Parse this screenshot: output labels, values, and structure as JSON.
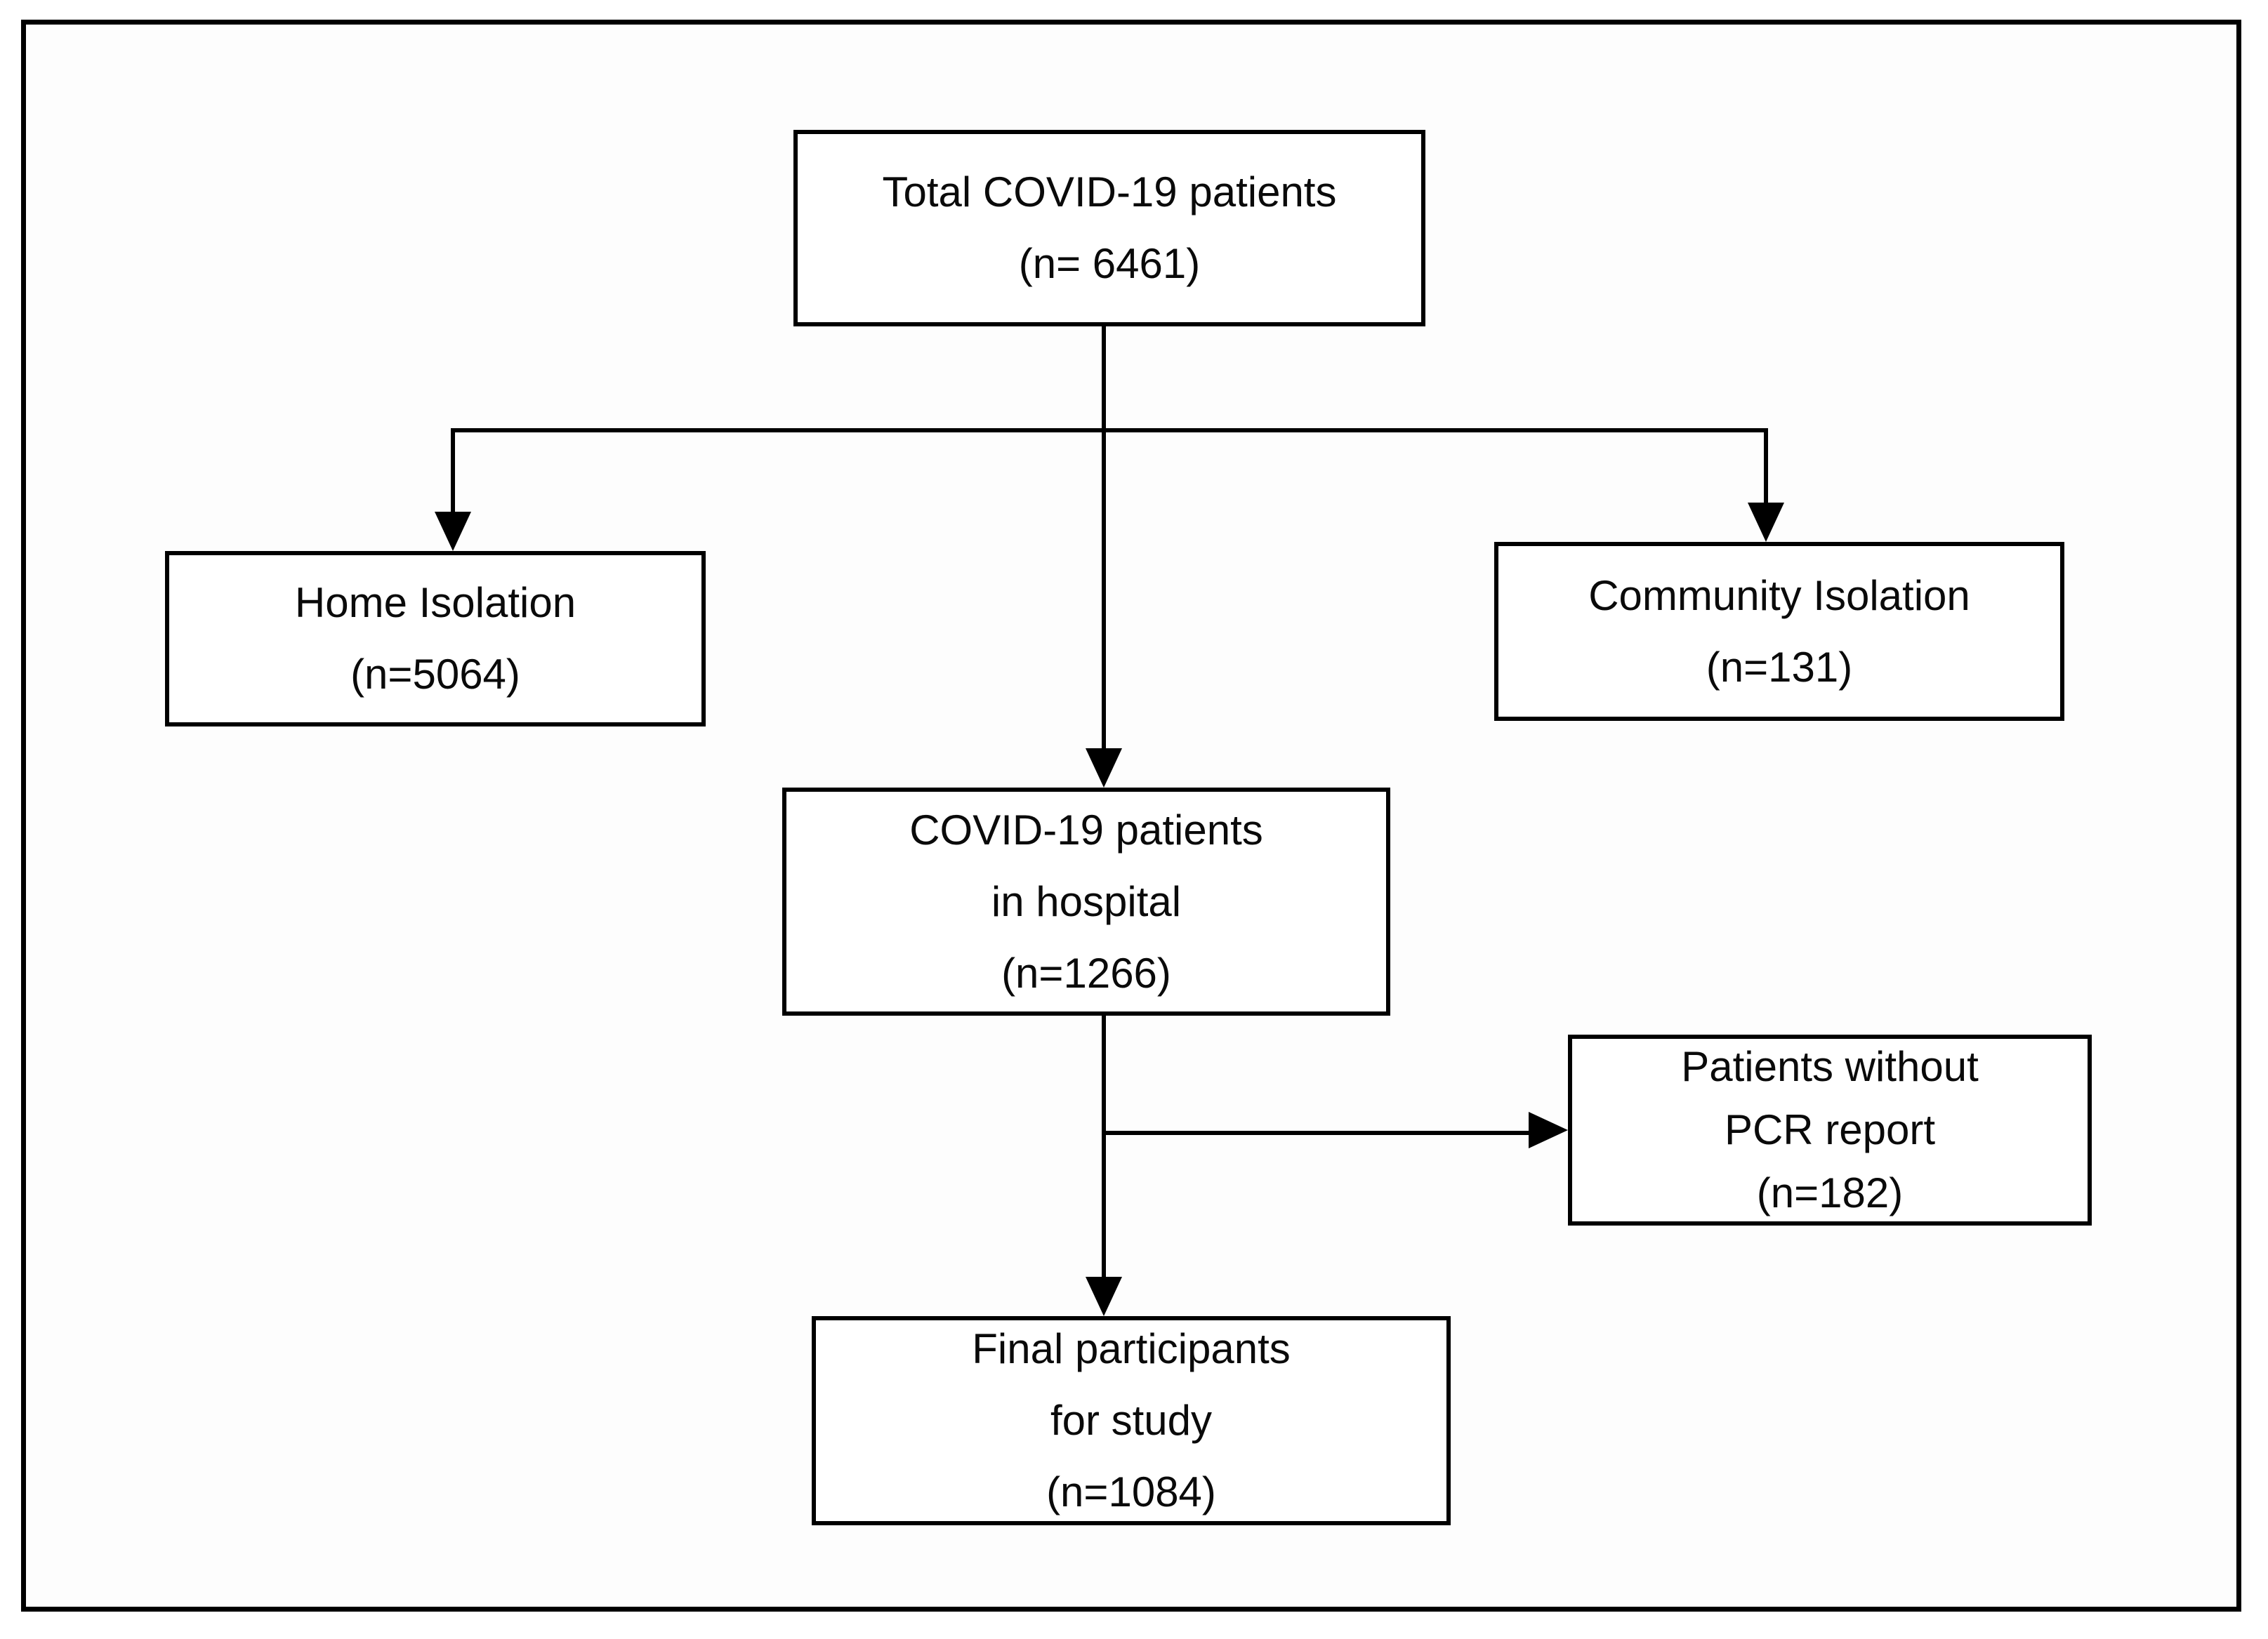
{
  "diagram": {
    "type": "flowchart",
    "colors": {
      "line": "#000000",
      "box_background": "#ffffff",
      "page_background": "#fdfdfd",
      "text": "#0a0a0a"
    },
    "nodes": {
      "total": {
        "lines": [
          "Total COVID-19 patients",
          "(n= 6461)"
        ]
      },
      "home": {
        "lines": [
          "Home Isolation",
          "(n=5064)"
        ]
      },
      "community": {
        "lines": [
          "Community Isolation",
          "(n=131)"
        ]
      },
      "hospital": {
        "lines": [
          "COVID-19 patients",
          "in hospital",
          "(n=1266)"
        ]
      },
      "pcr": {
        "lines": [
          "Patients without",
          "PCR report",
          "(n=182)"
        ]
      },
      "final": {
        "lines": [
          "Final participants",
          "for study",
          "(n=1084)"
        ]
      }
    },
    "edges": [
      {
        "from": "total",
        "to": "home"
      },
      {
        "from": "total",
        "to": "community"
      },
      {
        "from": "total",
        "to": "hospital"
      },
      {
        "from": "hospital",
        "to": "pcr"
      },
      {
        "from": "hospital",
        "to": "final"
      }
    ]
  }
}
